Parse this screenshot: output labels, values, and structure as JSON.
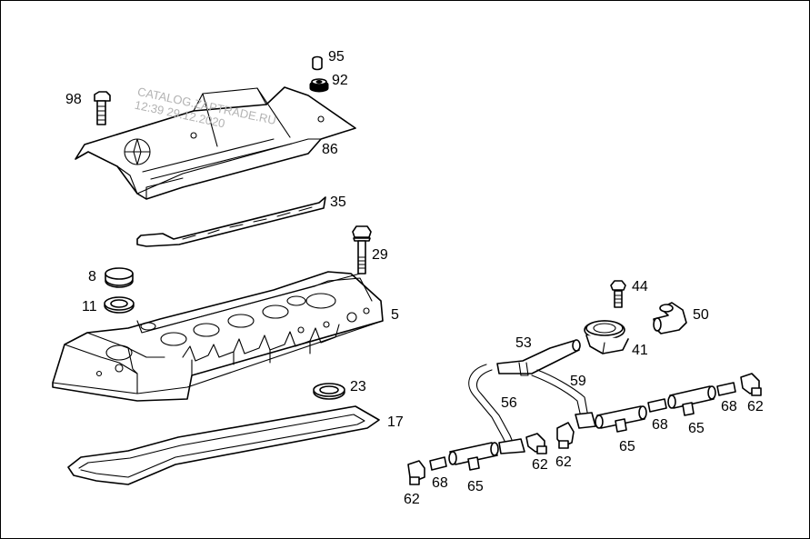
{
  "watermark": {
    "line1": "CATALOG.ZAPTRADE.RU",
    "line2": "12:39 29.12.2020"
  },
  "callouts": {
    "c98": "98",
    "c95": "95",
    "c92": "92",
    "c86": "86",
    "c35": "35",
    "c29": "29",
    "c8": "8",
    "c11": "11",
    "c5": "5",
    "c23": "23",
    "c17": "17",
    "c44": "44",
    "c50": "50",
    "c53": "53",
    "c41": "41",
    "c59": "59",
    "c56": "56",
    "c62a": "62",
    "c68a": "68",
    "c65a": "65",
    "c62b": "62",
    "c62c": "62",
    "c65b": "65",
    "c68b": "68",
    "c65c": "65",
    "c68c": "68",
    "c62d": "62"
  },
  "colors": {
    "line": "#000000",
    "background": "#ffffff",
    "watermark": "#b3b3b3"
  }
}
